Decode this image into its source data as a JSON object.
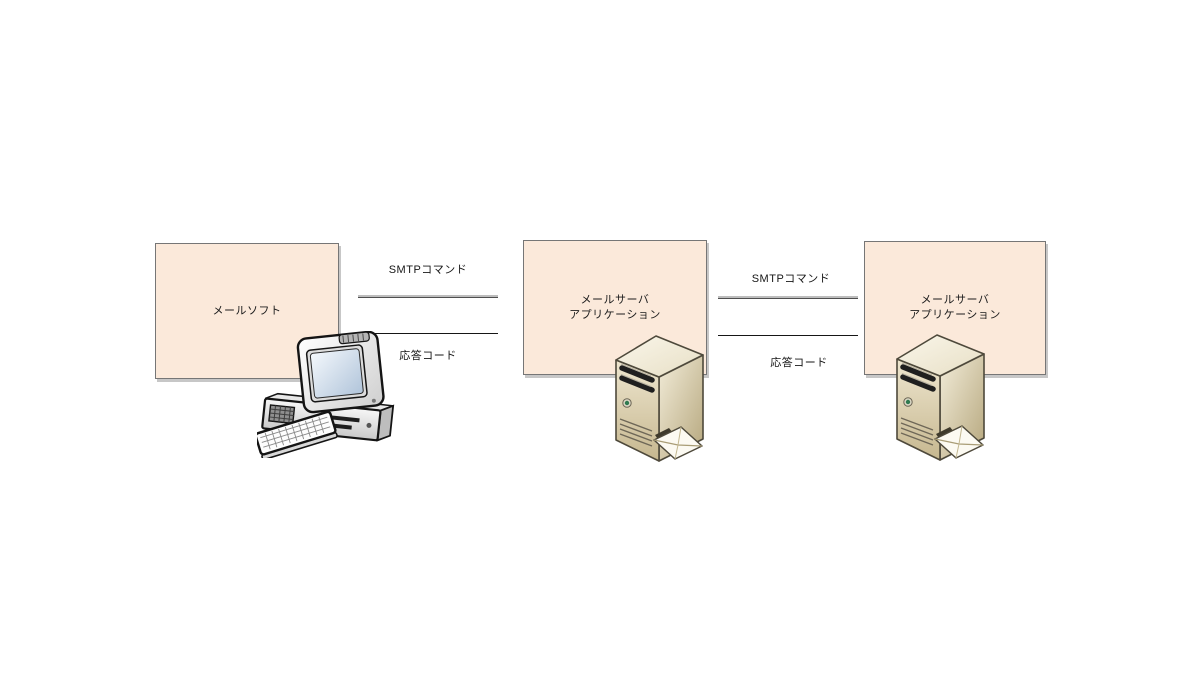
{
  "diagram": {
    "background": "#ffffff",
    "colors": {
      "node_fill": "#fbe9da",
      "node_border": "#767676",
      "connector_gray_light": "#bdbdbd",
      "connector_gray_dark": "#4f4f4f",
      "connector_black": "#161616",
      "text": "#1c1c1c",
      "server_body": "#d9cdaa",
      "led_green": "#2f7a50"
    }
  },
  "nodes": [
    {
      "id": "mail-client",
      "label": "メールソフト",
      "icon": "desktop-computer-icon"
    },
    {
      "id": "mail-server-1",
      "label_lines": [
        "メールサーバ",
        "アプリケーション"
      ],
      "icon": "mail-server-icon"
    },
    {
      "id": "mail-server-2",
      "label_lines": [
        "メールサーバ",
        "アプリケーション"
      ],
      "icon": "mail-server-icon"
    }
  ],
  "connections": [
    {
      "from": "mail-client",
      "to": "mail-server-1",
      "top_label": "SMTPコマンド",
      "bottom_label": "応答コード"
    },
    {
      "from": "mail-server-1",
      "to": "mail-server-2",
      "top_label": "SMTPコマンド",
      "bottom_label": "応答コード"
    }
  ],
  "icons": {
    "computer": "desktop-computer-icon",
    "server": "mail-server-icon"
  }
}
